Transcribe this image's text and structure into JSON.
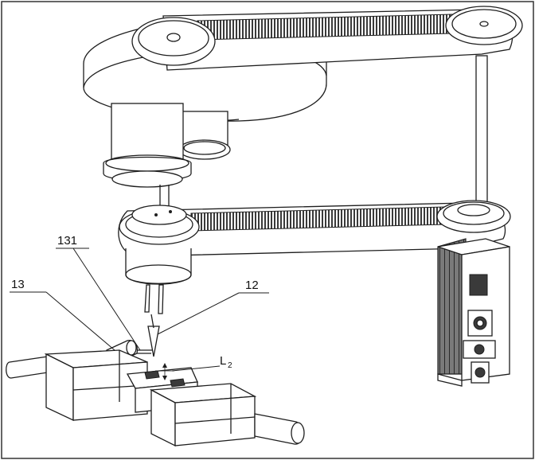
{
  "labels": {
    "l131": "131",
    "l13": "13",
    "l12": "12",
    "l2_main": "L",
    "l2_sub": "2"
  },
  "colors": {
    "line": "#1e1e1e",
    "background": "#ffffff",
    "belt_teeth": "#3a3a3a",
    "motor_body": "#7a7a7a"
  }
}
